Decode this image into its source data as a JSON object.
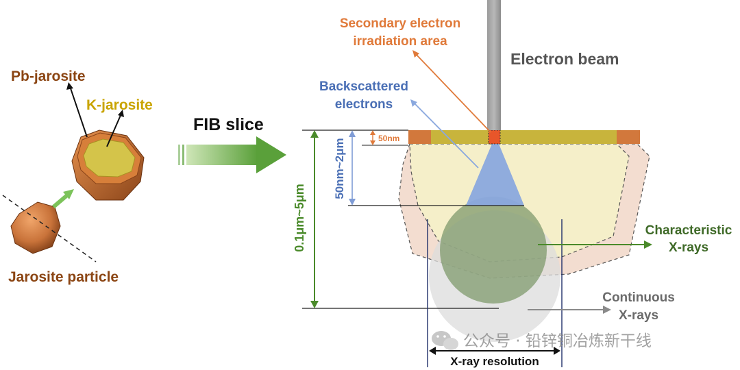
{
  "labels": {
    "pb_jarosite": "Pb-jarosite",
    "k_jarosite": "K-jarosite",
    "jarosite_particle": "Jarosite particle",
    "fib_slice": "FIB slice",
    "secondary_line1": "Secondary electron",
    "secondary_line2": "irradiation area",
    "electron_beam": "Electron beam",
    "backscattered_line1": "Backscattered",
    "backscattered_line2": "electrons",
    "thickness_50nm": "50nm",
    "depth_50nm_2um": "50nm~2μm",
    "depth_01um_5um": "0.1μm~5μm",
    "characteristic_line1": "Characteristic",
    "characteristic_line2": "X-rays",
    "continuous_line1": "Continuous",
    "continuous_line2": "X-rays",
    "xray_resolution": "X-ray resolution",
    "watermark": "公众号 · 铅锌铜冶炼新干线"
  },
  "colors": {
    "orange_text": "#e07a3a",
    "brown_text": "#8b4513",
    "gold_text": "#c9a400",
    "blue_text": "#4a6fb5",
    "green": "#4a8a2a",
    "gray_text": "#6b6b6b",
    "gold_layer": "#c8b43c",
    "copper": "#d2783c"
  },
  "icons": {
    "wechat": "wechat-icon"
  }
}
